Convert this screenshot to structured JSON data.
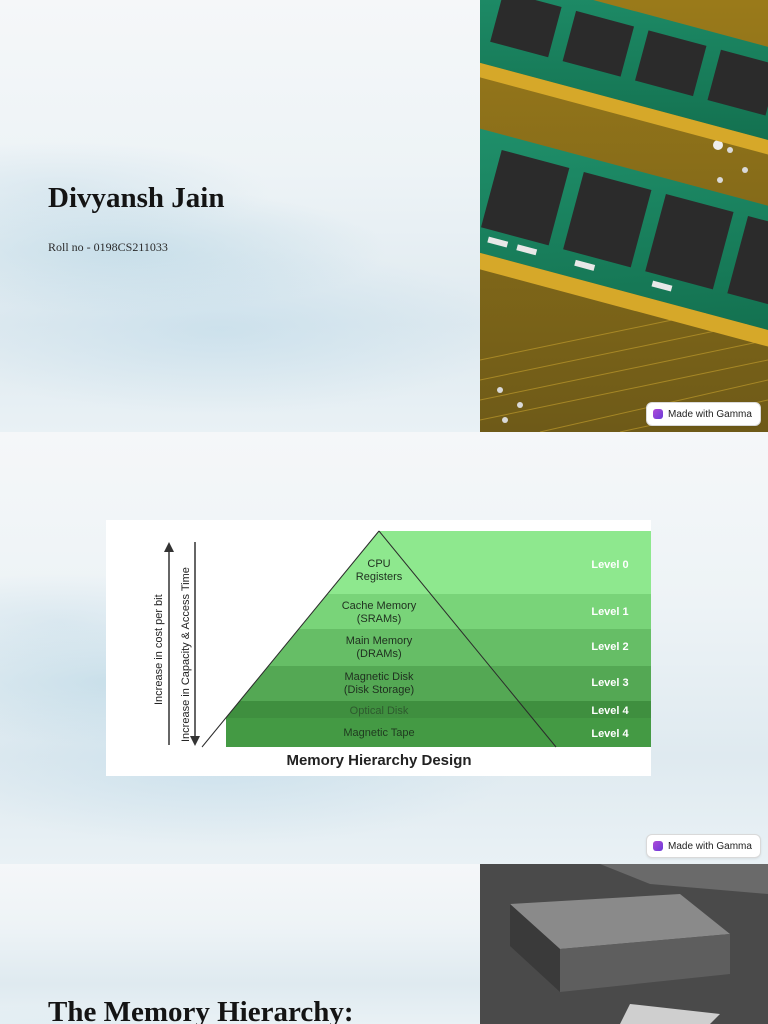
{
  "slides": [
    {
      "title": "Divyansh Jain",
      "subtitle": "Roll no - 0198CS211033",
      "badge": "Made with Gamma"
    },
    {
      "diagram": {
        "title": "Memory Hierarchy Design",
        "left_axis_labels": [
          "Increase in cost per bit",
          "Increase in Capacity & Access Time"
        ],
        "tiers": [
          {
            "name": "CPU Registers",
            "level": "Level 0"
          },
          {
            "name": "Cache Memory (SRAMs)",
            "level": "Level 1"
          },
          {
            "name": "Main Memory (DRAMs)",
            "level": "Level 2"
          },
          {
            "name": "Magnetic Disk (Disk Storage)",
            "level": "Level 3"
          },
          {
            "name": "Optical Disk",
            "level": "Level 4"
          },
          {
            "name": "Magnetic Tape",
            "level": "Level 4"
          }
        ],
        "colors": [
          "#8ee88e",
          "#79d479",
          "#66be66",
          "#54a854",
          "#3f8f3f",
          "#449a44"
        ]
      },
      "badge": "Made with Gamma"
    },
    {
      "title": "The Memory Hierarchy:"
    }
  ]
}
